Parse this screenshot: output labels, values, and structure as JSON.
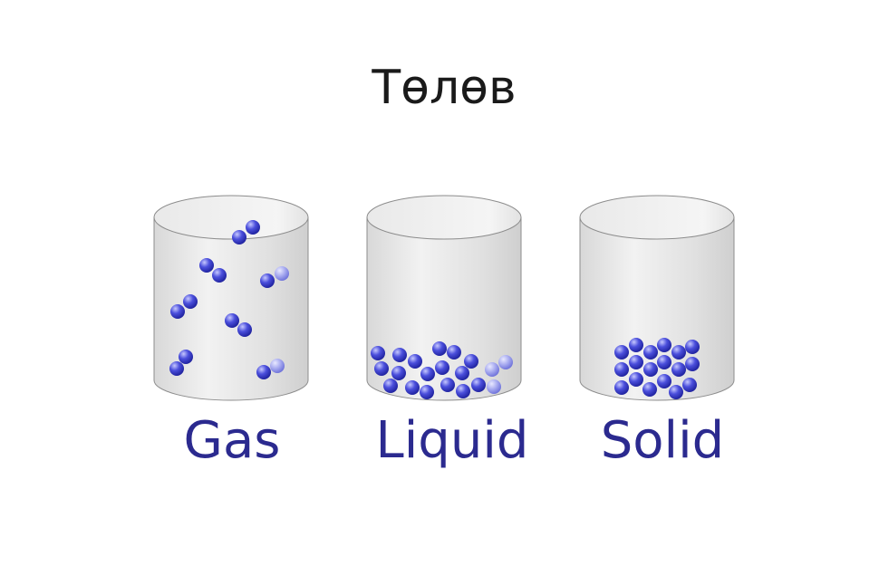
{
  "title": "Төлөв",
  "colors": {
    "molecule": "#3a3acb",
    "label": "#2b2a8f",
    "title": "#1a1a1a",
    "container": "#e6e6e6",
    "outline": "#8c8c8c"
  },
  "containers": [
    {
      "label": "Gas",
      "state": "gas"
    },
    {
      "label": "Liquid",
      "state": "liquid"
    },
    {
      "label": "Solid",
      "state": "solid"
    }
  ]
}
